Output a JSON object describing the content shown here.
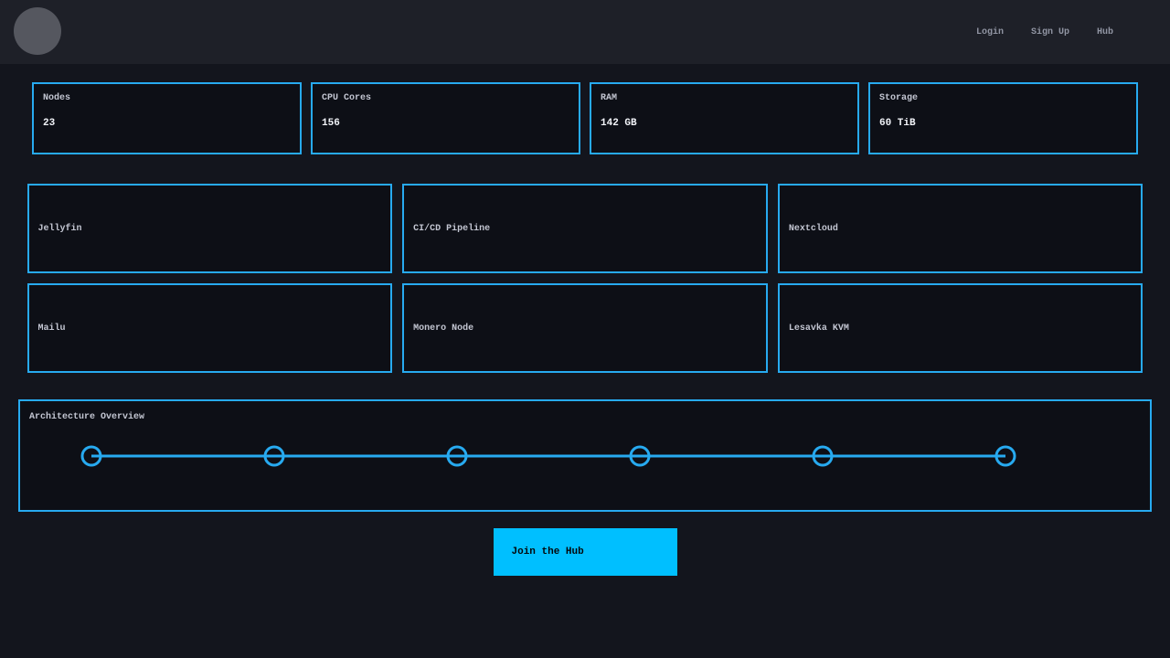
{
  "nav": {
    "links": [
      {
        "label": "Login"
      },
      {
        "label": "Sign Up"
      },
      {
        "label": "Hub"
      }
    ]
  },
  "stats": [
    {
      "label": "Nodes",
      "value": "23"
    },
    {
      "label": "CPU Cores",
      "value": "156"
    },
    {
      "label": "RAM",
      "value": "142 GB"
    },
    {
      "label": "Storage",
      "value": "60 TiB"
    }
  ],
  "services": [
    {
      "name": "Jellyfin"
    },
    {
      "name": "CI/CD Pipeline"
    },
    {
      "name": "Nextcloud"
    },
    {
      "name": "Mailu"
    },
    {
      "name": "Monero Node"
    },
    {
      "name": "Lesavka KVM"
    }
  ],
  "architecture": {
    "title": "Architecture Overview",
    "node_count": 6
  },
  "cta": {
    "label": "Join the Hub"
  },
  "colors": {
    "accent": "#27aaf0",
    "button": "#00bfff",
    "page_background": "#13151d",
    "nav_background": "#1e2028",
    "card_background": "#0d0f16"
  }
}
